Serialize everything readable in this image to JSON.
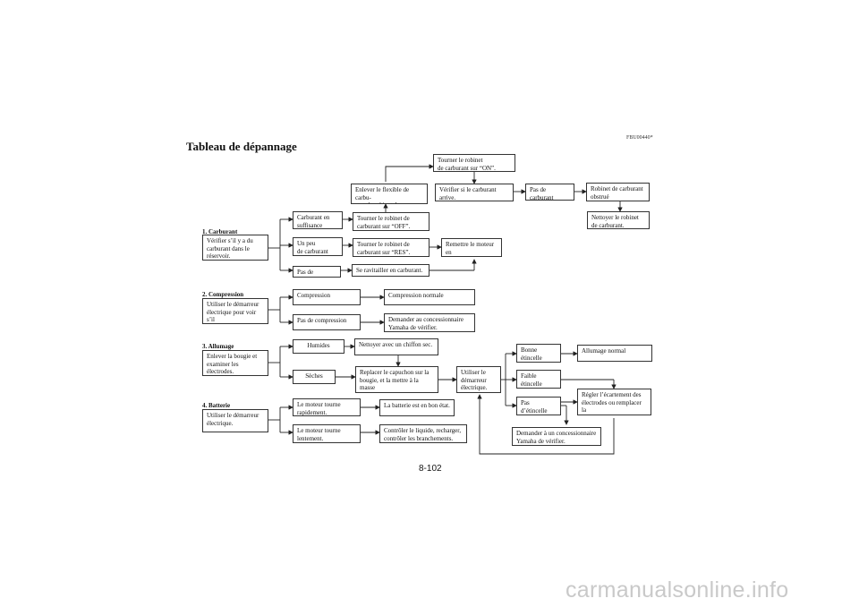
{
  "page_code": "FBU00440*",
  "title": "Tableau de dépannage",
  "sections": [
    {
      "heading": "1. Carburant",
      "check": "Vérifier s’il y a du\ncarburant dans le\nréservoir."
    },
    {
      "heading": "2. Compression",
      "check": "Utiliser le démarreur\nélectrique pour voir s’il\ny a compression."
    },
    {
      "heading": "3. Allumage",
      "check": "Enlever la bougie et\nexaminer les\nélectrodes."
    },
    {
      "heading": "4. Batterie",
      "check": "Utiliser le démarreur\nélectrique."
    }
  ],
  "fuel": {
    "enough": "Carburant en\nsuffisance",
    "close_valve": "Tourner le robinet de\ncarburant sur “OFF”.",
    "remove_hose": "Enlever le flexible de carbu-\nrant du robinet de carburant.",
    "turn_on": "Tourner le robinet\nde carburant sur “ON”.",
    "check_flow": "Vérifier si le carburant arrive.",
    "no_fuel_flow": "Pas de carburant",
    "valve_clogged": "Robinet de carburant\nobstrué",
    "clean_valve": "Nettoyer le robinet\nde carburant.",
    "little": "Un peu\nde carburant",
    "res_valve": "Tourner le robinet de\ncarburant sur “RES”.",
    "restart": "Remettre le moteur en\nmarche.",
    "none": "Pas de carburant",
    "refuel": "Se ravitailler en carburant."
  },
  "compression": {
    "ok": "Compression",
    "normal": "Compression normale",
    "none": "Pas de compression",
    "dealer": "Demander au concessionnaire\nYamaha de vérifier."
  },
  "ignition": {
    "wet": "Humides",
    "wipe": "Nettoyer avec un chiffon sec.",
    "dry": "Sèches",
    "reinstall": "Replacer le capuchon sur la\nbougie, et la mettre à la masse\nsur le châssis.",
    "use_starter": "Utiliser le\ndémarreur\nélectrique.",
    "good_spark": "Bonne\nétincelle",
    "normal": "Allumage normal",
    "weak_spark": "Faible\nétincelle",
    "no_spark": "Pas\nd’étincelle",
    "adjust": "Régler l’écartement des\nélectrodes ou remplacer la\nbougie.",
    "dealer": "Demander à un concessionnaire\nYamaha de vérifier."
  },
  "battery": {
    "fast": "Le moteur tourne\nrapidement.",
    "ok": "La batterie est en bon état.",
    "slow": "Le moteur tourne\nlentement.",
    "check": "Contrôler le liquide, recharger,\ncontrôler les branchements."
  },
  "page_number": "8-102",
  "watermark": "carmanualsonline.info"
}
